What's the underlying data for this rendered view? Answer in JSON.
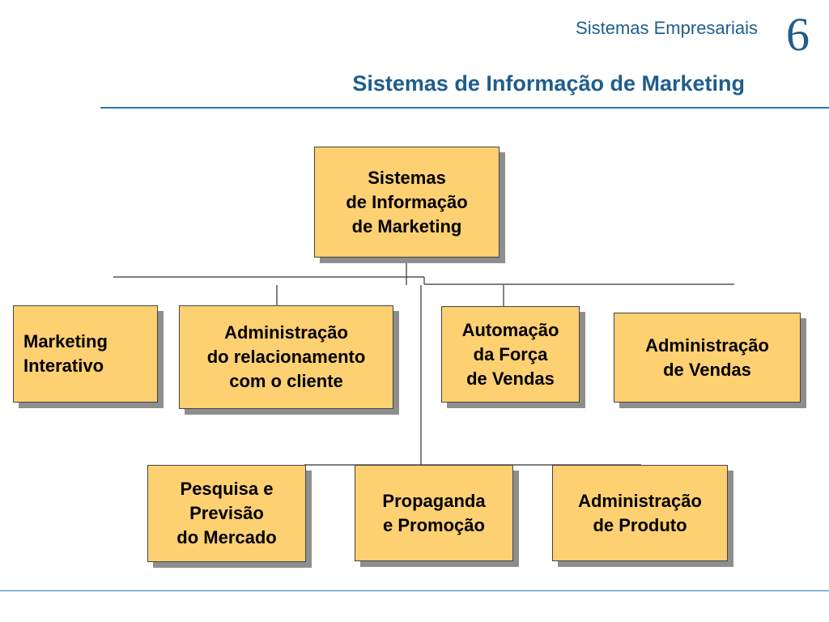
{
  "header": {
    "subtitle": "Sistemas Empresariais",
    "chapter": "6",
    "title": "Sistemas de Informação de Marketing"
  },
  "diagram": {
    "root": "Sistemas\nde Informação\nde Marketing",
    "row1": {
      "marketing_interativo": "Marketing\nInterativo",
      "relacionamento": "Administração\ndo relacionamento\ncom o cliente",
      "forca_vendas": "Automação\nda Força\nde Vendas",
      "admin_vendas": "Administração\nde Vendas"
    },
    "row2": {
      "pesquisa": "Pesquisa e\nPrevisão\ndo Mercado",
      "propaganda": "Propaganda\ne Promoção",
      "produto": "Administração\nde Produto"
    }
  },
  "colors": {
    "node_fill": "#fdd072",
    "accent": "#1f5d8c"
  }
}
